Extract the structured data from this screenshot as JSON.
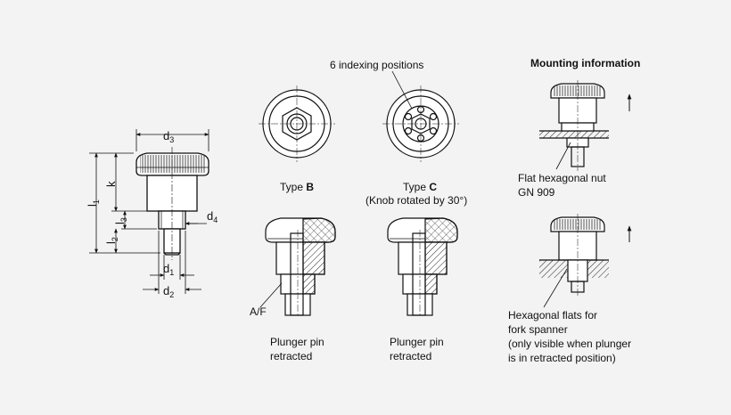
{
  "dimensions": {
    "d3": "d3",
    "k": "k",
    "l1": "l1",
    "l3": "l3",
    "l2": "l2",
    "d4": "d4",
    "d1": "d1",
    "d2": "d2"
  },
  "labels": {
    "indexing": "6 indexing positions",
    "type_b_prefix": "Type ",
    "type_b_letter": "B",
    "type_c_prefix": "Type ",
    "type_c_letter": "C",
    "type_c_note": "(Knob rotated by 30°)",
    "af": "A/F",
    "plunger_b_line1": "Plunger pin",
    "plunger_b_line2": "retracted",
    "plunger_c_line1": "Plunger pin",
    "plunger_c_line2": "retracted"
  },
  "mounting": {
    "title": "Mounting information",
    "nut_line1": "Flat hexagonal nut",
    "nut_line2": "GN 909",
    "flats_line1": "Hexagonal flats for",
    "flats_line2": "fork spanner",
    "flats_line3": "(only visible when plunger",
    "flats_line4": "is in retracted position)"
  }
}
